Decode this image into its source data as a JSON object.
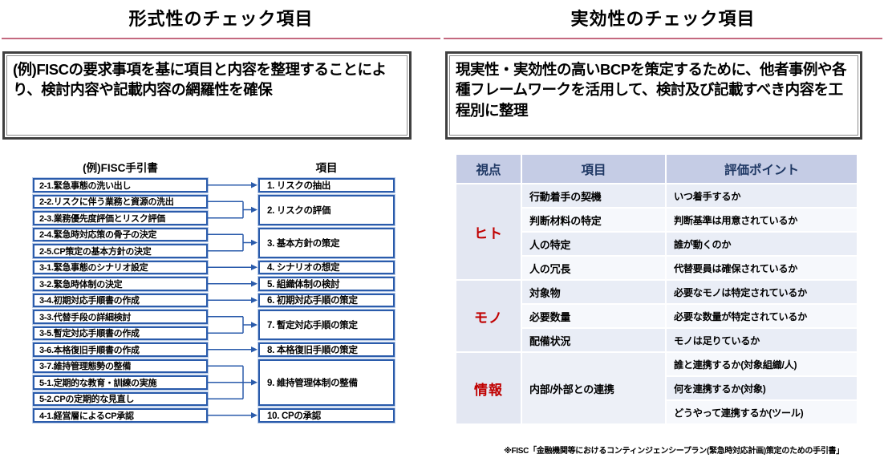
{
  "left": {
    "title": "形式性のチェック項目",
    "summary": "(例)FISCの要求事項を基に項目と内容を整理することにより、検討内容や記載内容の網羅性を確保",
    "diagram": {
      "source_header": "(例)FISC手引書",
      "target_header": "項目",
      "sources": [
        "2-1.緊急事態の洗い出し",
        "2-2.リスクに伴う業務と資源の洗出",
        "2-3.業務優先度評価とリスク評価",
        "2-4.緊急時対応策の骨子の決定",
        "2-5.CP策定の基本方針の決定",
        "3-1.緊急事態のシナリオ設定",
        "3-2.緊急時体制の決定",
        "3-4.初期対応手順書の作成",
        "3-3.代替手段の詳細検討",
        "3-5.暫定対応手順書の作成",
        "3-6.本格復旧手順書の作成",
        "3-7.維持管理態勢の整備",
        "5-1.定期的な教育・訓練の実施",
        "5-2.CPの定期的な見直し",
        "4-1.経営層によるCP承認"
      ],
      "targets": [
        {
          "label": "1. リスクの抽出",
          "row": 0,
          "span": 1
        },
        {
          "label": "2. リスクの評価",
          "row": 1,
          "span": 2
        },
        {
          "label": "3. 基本方針の策定",
          "row": 3,
          "span": 2
        },
        {
          "label": "4. シナリオの想定",
          "row": 5,
          "span": 1
        },
        {
          "label": "5. 組織体制の検討",
          "row": 6,
          "span": 1
        },
        {
          "label": "6. 初期対応手順の策定",
          "row": 7,
          "span": 1
        },
        {
          "label": "7. 暫定対応手順の策定",
          "row": 8,
          "span": 2
        },
        {
          "label": "8. 本格復旧手順の策定",
          "row": 10,
          "span": 1
        },
        {
          "label": "9. 維持管理体制の整備",
          "row": 11,
          "span": 3
        },
        {
          "label": "10. CPの承認",
          "row": 14,
          "span": 1
        }
      ]
    }
  },
  "right": {
    "title": "実効性のチェック項目",
    "summary": "現実性・実効性の高いBCPを策定するために、他者事例や各種フレームワークを活用して、検討及び記載すべき内容を工程別に整理",
    "table": {
      "headers": [
        "視点",
        "項目",
        "評価ポイント"
      ],
      "groups": [
        {
          "viewpoint": "ヒト",
          "rows": [
            {
              "item": "行動着手の契機",
              "point": "いつ着手するか"
            },
            {
              "item": "判断材料の特定",
              "point": "判断基準は用意されているか"
            },
            {
              "item": "人の特定",
              "point": "誰が動くのか"
            },
            {
              "item": "人の冗長",
              "point": "代替要員は確保されているか"
            }
          ]
        },
        {
          "viewpoint": "モノ",
          "rows": [
            {
              "item": "対象物",
              "point": "必要なモノは特定されているか"
            },
            {
              "item": "必要数量",
              "point": "必要な数量が特定されているか"
            },
            {
              "item": "配備状況",
              "point": "モノは足りているか"
            }
          ]
        },
        {
          "viewpoint": "情報",
          "span_item": "内部/外部との連携",
          "points": [
            "誰と連携するか(対象組織/人)",
            "何を連携するか(対象)",
            "どうやって連携するか(ツール)"
          ]
        }
      ]
    }
  },
  "footnote": "※FISC「金融機関等におけるコンティンジェンシープラン(緊急時対応計画)策定のための手引書」",
  "colors": {
    "accent_blue": "#2a5bab",
    "rule_pink": "#c4697f",
    "header_bg": "#c5cce5",
    "header_text": "#1f3864",
    "row_odd": "#e9edf6",
    "row_even": "#f6f8fc",
    "viewpoint_bg": "#e3e7f2",
    "span_cell_bg": "#edf0f7",
    "red": "#c00000",
    "box_border": "#404040"
  }
}
